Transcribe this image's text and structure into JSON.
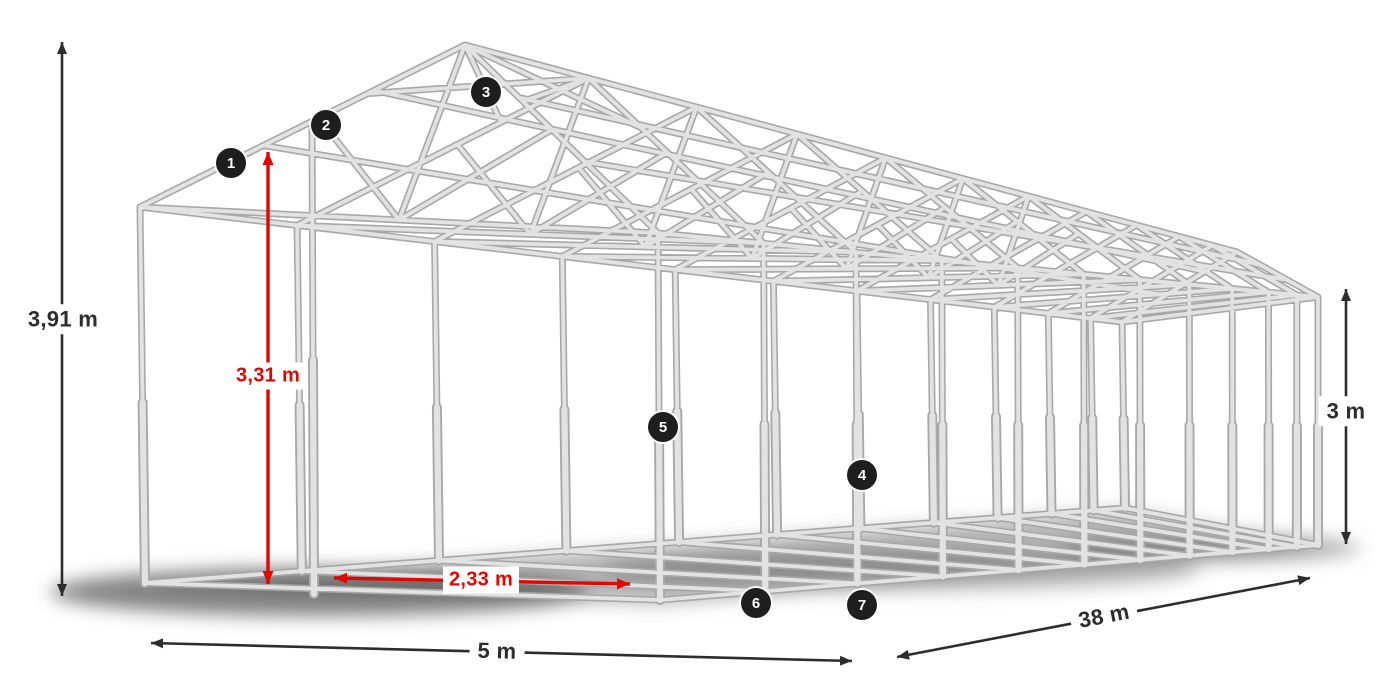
{
  "page": {
    "background": "#ffffff"
  },
  "colors": {
    "dimension_line": "#2d2d2d",
    "dimension_text": "#2d2d2d",
    "highlight_red": "#e10600",
    "frame_outline": "#a8a8a8",
    "frame_fill": "#e2e2e2",
    "badge_background": "#1e1e1e",
    "badge_text": "#ffffff"
  },
  "dimensions": {
    "total_height": "3,91 m",
    "inner_height": "3,31 m",
    "side_height": "3 m",
    "bay_spacing": "2,33 m",
    "width": "5 m",
    "length": "38 m"
  },
  "badges": [
    {
      "number": "1"
    },
    {
      "number": "2"
    },
    {
      "number": "3"
    },
    {
      "number": "4"
    },
    {
      "number": "5"
    },
    {
      "number": "6"
    },
    {
      "number": "7"
    }
  ]
}
